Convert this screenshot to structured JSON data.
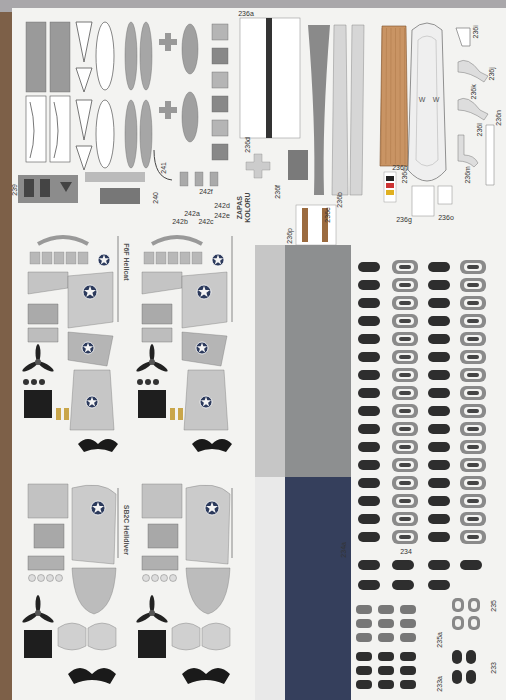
{
  "diagram": {
    "labels": [
      "236a",
      "236b",
      "236c",
      "236d",
      "236e",
      "236f",
      "236g",
      "236h",
      "236i",
      "236j",
      "236k",
      "236l",
      "236m",
      "236n",
      "236o",
      "236p",
      "W",
      "W",
      "239",
      "240",
      "241",
      "242a",
      "242b",
      "242c",
      "242d",
      "242e",
      "242f",
      "ZAPAS KOLORU",
      "F6F Hellcat",
      "SB2C Helldiver",
      "234a",
      "234",
      "235",
      "235a",
      "233",
      "233a"
    ]
  }
}
